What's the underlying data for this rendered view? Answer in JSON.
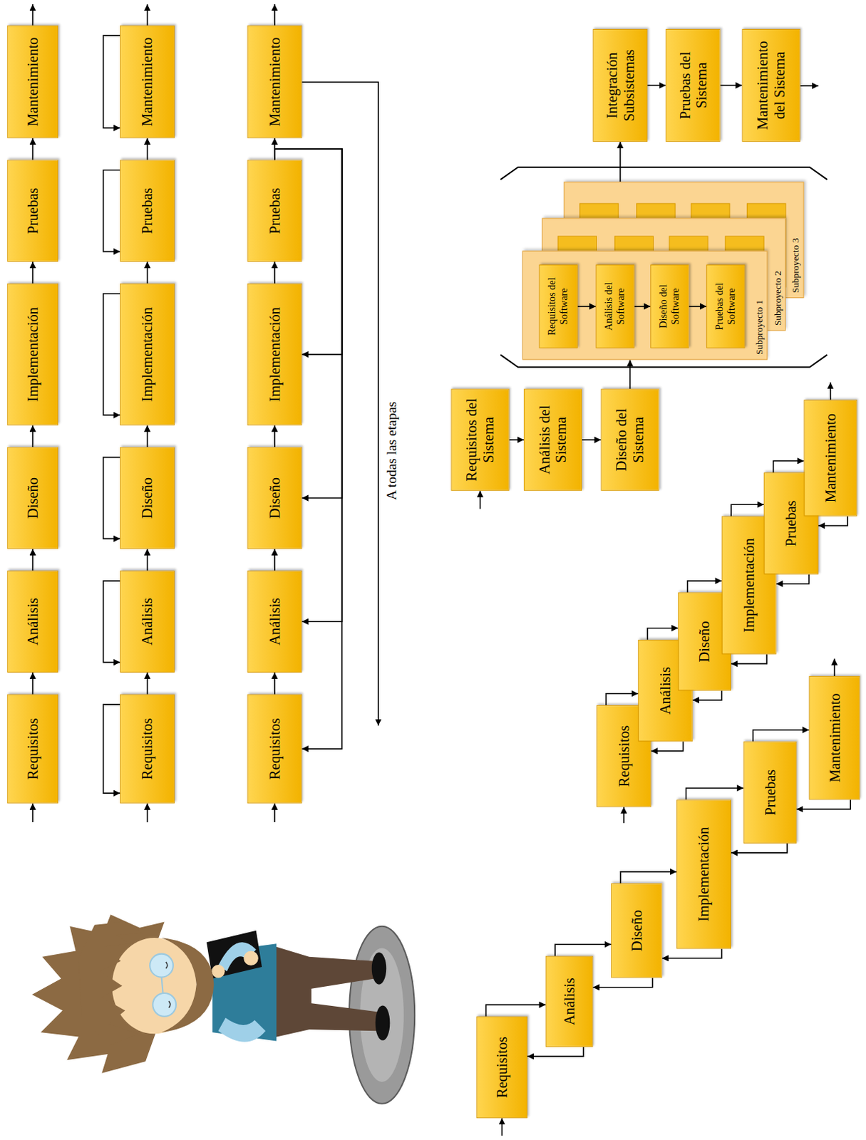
{
  "diagram": {
    "nodes": [
      {
        "text": [
          "Requisitos"
        ]
      },
      {
        "text": [
          "Análisis"
        ]
      },
      {
        "text": [
          "Diseño"
        ]
      },
      {
        "text": [
          "Implementación"
        ]
      },
      {
        "text": [
          "Pruebas"
        ]
      },
      {
        "text": [
          "Mantenimiento"
        ]
      },
      {
        "text": [
          "Requisitos"
        ]
      },
      {
        "text": [
          "Análisis"
        ]
      },
      {
        "text": [
          "Diseño"
        ]
      },
      {
        "text": [
          "Implementación"
        ]
      },
      {
        "text": [
          "Pruebas"
        ]
      },
      {
        "text": [
          "Mantenimiento"
        ]
      },
      {
        "text": [
          "Requisitos"
        ]
      },
      {
        "text": [
          "Análisis"
        ]
      },
      {
        "text": [
          "Diseño"
        ]
      },
      {
        "text": [
          "Implementación"
        ]
      },
      {
        "text": [
          "Pruebas"
        ]
      },
      {
        "text": [
          "Mantenimiento"
        ]
      },
      {
        "text": [
          "Requisitos"
        ]
      },
      {
        "text": [
          "Análisis"
        ]
      },
      {
        "text": [
          "Diseño"
        ]
      },
      {
        "text": [
          "Implementación"
        ]
      },
      {
        "text": [
          "Pruebas"
        ]
      },
      {
        "text": [
          "Mantenimiento"
        ]
      },
      {
        "text": [
          "Requisitos"
        ]
      },
      {
        "text": [
          "Análisis"
        ]
      },
      {
        "text": [
          "Diseño"
        ]
      },
      {
        "text": [
          "Implementación"
        ]
      },
      {
        "text": [
          "Pruebas"
        ]
      },
      {
        "text": [
          "Mantenimiento"
        ]
      },
      {
        "text": [
          "Requisitos del Sistema"
        ]
      },
      {
        "text": [
          "Análisis del Sistema"
        ]
      },
      {
        "text": [
          "Diseño del Sistema"
        ]
      },
      {
        "text": [
          "Subproyecto 1"
        ]
      },
      {
        "text": [
          "Requisitos del Software"
        ],
        "in": 33
      },
      {
        "text": [
          "Análisis del Software"
        ],
        "in": 33
      },
      {
        "text": [
          "Diseño del Software"
        ],
        "in": 33
      },
      {
        "text": [
          "Pruebas del Software"
        ],
        "in": 33
      },
      {
        "text": [
          "Subproyecto 2"
        ]
      },
      {
        "text": [
          "Subproyecto 3"
        ]
      },
      {
        "text": [
          "Integración Subsistemas"
        ]
      },
      {
        "text": [
          "Pruebas del Sistema"
        ]
      },
      {
        "text": [
          "Mantenimiento del Sistema"
        ]
      }
    ],
    "edges": [
      {
        "from": 0,
        "to": 1,
        "arrow": "to"
      },
      {
        "from": 1,
        "to": 2,
        "arrow": "to"
      },
      {
        "from": 2,
        "to": 3,
        "arrow": "to"
      },
      {
        "from": 3,
        "to": 4,
        "arrow": "to"
      },
      {
        "from": 4,
        "to": 5,
        "arrow": "to"
      },
      {
        "from": 6,
        "to": 7,
        "arrow": "to"
      },
      {
        "from": 7,
        "to": 8,
        "arrow": "to"
      },
      {
        "from": 8,
        "to": 9,
        "arrow": "to"
      },
      {
        "from": 9,
        "to": 10,
        "arrow": "to"
      },
      {
        "from": 10,
        "to": 11,
        "arrow": "to"
      },
      {
        "from": 6,
        "to": 6,
        "arrow": "to"
      },
      {
        "from": 7,
        "to": 7,
        "arrow": "to"
      },
      {
        "from": 8,
        "to": 8,
        "arrow": "to"
      },
      {
        "from": 9,
        "to": 9,
        "arrow": "to"
      },
      {
        "from": 10,
        "to": 10,
        "arrow": "to"
      },
      {
        "from": 11,
        "to": 11,
        "arrow": "to"
      },
      {
        "from": 12,
        "to": 13,
        "arrow": "to"
      },
      {
        "from": 13,
        "to": 14,
        "arrow": "to"
      },
      {
        "from": 14,
        "to": 15,
        "arrow": "to"
      },
      {
        "from": 15,
        "to": 16,
        "arrow": "to"
      },
      {
        "from": 16,
        "to": 17,
        "arrow": "to"
      },
      {
        "from": 16,
        "to": 12,
        "arrow": "to"
      },
      {
        "from": 16,
        "to": 13,
        "arrow": "to"
      },
      {
        "from": 16,
        "to": 14,
        "arrow": "to"
      },
      {
        "from": 16,
        "to": 15,
        "arrow": "to"
      },
      {
        "from": 18,
        "to": 19,
        "arrow": "to"
      },
      {
        "from": 19,
        "to": 20,
        "arrow": "to"
      },
      {
        "from": 20,
        "to": 21,
        "arrow": "to"
      },
      {
        "from": 21,
        "to": 22,
        "arrow": "to"
      },
      {
        "from": 22,
        "to": 23,
        "arrow": "to"
      },
      {
        "from": 19,
        "to": 18,
        "arrow": "to"
      },
      {
        "from": 20,
        "to": 19,
        "arrow": "to"
      },
      {
        "from": 21,
        "to": 20,
        "arrow": "to"
      },
      {
        "from": 22,
        "to": 21,
        "arrow": "to"
      },
      {
        "from": 23,
        "to": 22,
        "arrow": "to"
      },
      {
        "from": 24,
        "to": 25,
        "arrow": "to"
      },
      {
        "from": 25,
        "to": 26,
        "arrow": "to"
      },
      {
        "from": 26,
        "to": 27,
        "arrow": "to"
      },
      {
        "from": 27,
        "to": 28,
        "arrow": "to"
      },
      {
        "from": 28,
        "to": 29,
        "arrow": "to"
      },
      {
        "from": 25,
        "to": 24,
        "arrow": "to"
      },
      {
        "from": 26,
        "to": 25,
        "arrow": "to"
      },
      {
        "from": 27,
        "to": 26,
        "arrow": "to"
      },
      {
        "from": 28,
        "to": 27,
        "arrow": "to"
      },
      {
        "from": 29,
        "to": 28,
        "arrow": "to"
      },
      {
        "from": 30,
        "to": 31,
        "arrow": "to"
      },
      {
        "from": 31,
        "to": 32,
        "arrow": "to"
      },
      {
        "from": 32,
        "to": 33,
        "arrow": "to"
      },
      {
        "from": 34,
        "to": 35,
        "arrow": "to"
      },
      {
        "from": 35,
        "to": 36,
        "arrow": "to"
      },
      {
        "from": 36,
        "to": 37,
        "arrow": "to"
      },
      {
        "from": 39,
        "to": 40,
        "arrow": "to"
      },
      {
        "from": 40,
        "to": 41,
        "arrow": "to"
      },
      {
        "from": 41,
        "to": 42,
        "arrow": "to"
      }
    ],
    "labels": [
      "A todas las etapas"
    ]
  }
}
